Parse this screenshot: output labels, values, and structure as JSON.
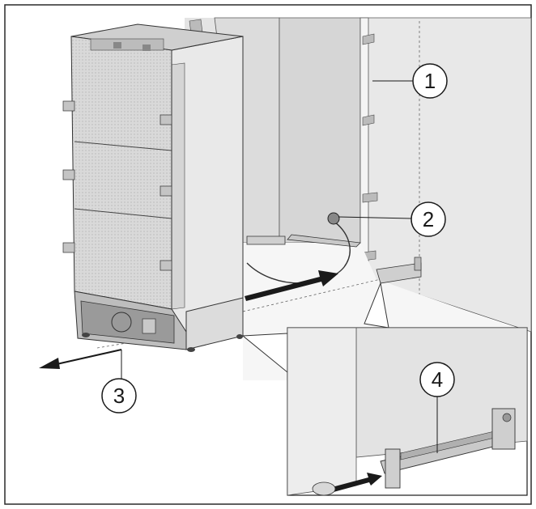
{
  "callouts": [
    {
      "number": "1"
    },
    {
      "number": "2"
    },
    {
      "number": "3"
    },
    {
      "number": "4"
    }
  ],
  "colors": {
    "frame": "#2a2a2a",
    "panel_light": "#e6e6e6",
    "panel_mid": "#d2d2d2",
    "panel_dark": "#b8b8b8",
    "outline": "#1a1a1a",
    "arrow": "#1a1a1a",
    "floor": "#f2f2f2"
  }
}
